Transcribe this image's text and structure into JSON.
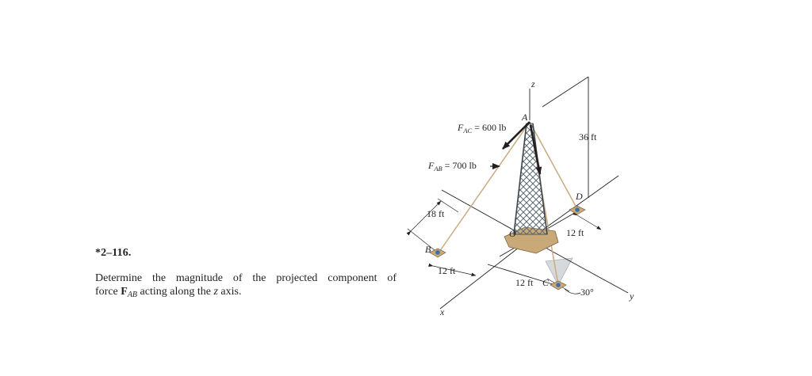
{
  "problem": {
    "number": "*2–116.",
    "text_line1": "Determine the magnitude of the projected component of",
    "text_line2_prefix": "force ",
    "force_symbol": "F",
    "force_subscript": "AB",
    "text_line2_mid": " acting along the ",
    "axis_letter": "z",
    "text_line2_suffix": " axis."
  },
  "figure": {
    "axes": {
      "z": "z",
      "x": "x",
      "y": "y"
    },
    "points": {
      "A": "A",
      "B": "B",
      "C": "C",
      "D": "D",
      "O": "O"
    },
    "forces": {
      "fac_symbol": "F",
      "fac_sub": "AC",
      "fac_value": " = 600 lb",
      "fab_symbol": "F",
      "fab_sub": "AB",
      "fab_value": " = 700 lb"
    },
    "dimensions": {
      "height": "36 ft",
      "b_offset": "18 ft",
      "b_along_x": "12 ft",
      "c_along_y": "12 ft",
      "d_offset": "12 ft",
      "angle": "30°"
    }
  }
}
